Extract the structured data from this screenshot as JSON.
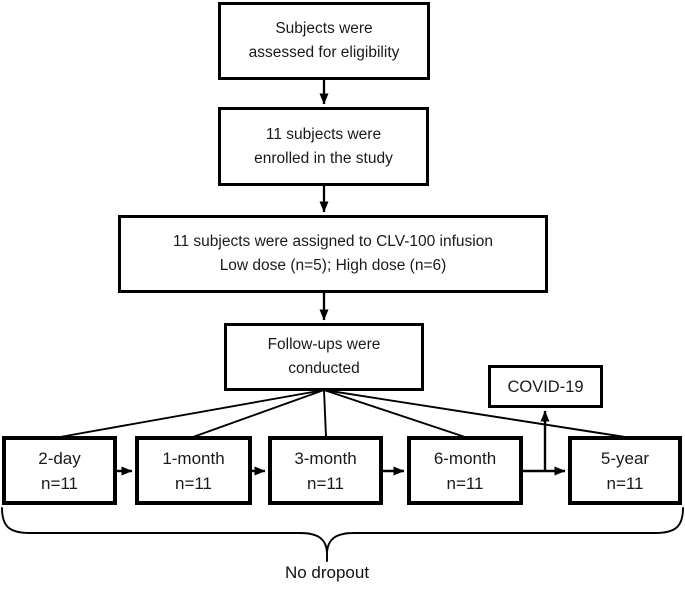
{
  "colors": {
    "stroke": "#000000",
    "text": "#1a1a1a",
    "box_bg": "#ffffff",
    "page_bg": "#ffffff"
  },
  "flowchart": {
    "eligibility": {
      "lines": [
        "Subjects were",
        "assessed for eligibility"
      ]
    },
    "enrolled": {
      "lines": [
        "11 subjects were",
        "enrolled in the study"
      ]
    },
    "assigned": {
      "lines": [
        "11 subjects were assigned to CLV-100 infusion",
        "Low dose (n=5); High dose (n=6)"
      ]
    },
    "followups": {
      "lines": [
        "Follow-ups were",
        "conducted"
      ]
    },
    "covid": {
      "label": "COVID-19"
    },
    "timepoints": [
      {
        "label": "2-day",
        "count": "n=11"
      },
      {
        "label": "1-month",
        "count": "n=11"
      },
      {
        "label": "3-month",
        "count": "n=11"
      },
      {
        "label": "6-month",
        "count": "n=11"
      },
      {
        "label": "5-year",
        "count": "n=11"
      }
    ],
    "brace_label": "No dropout"
  }
}
